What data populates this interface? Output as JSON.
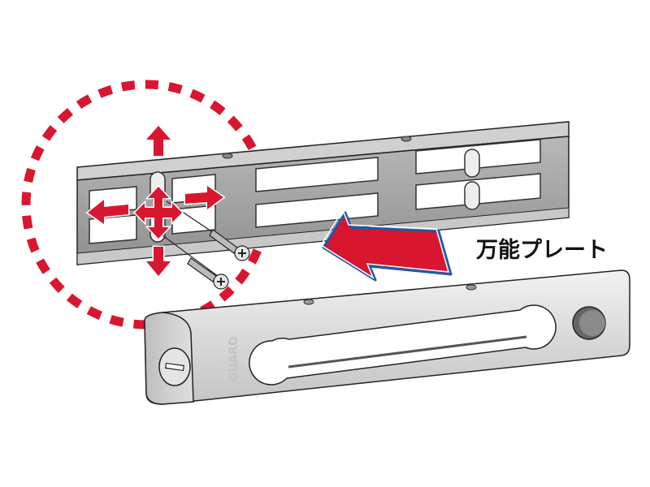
{
  "caption": "万能プレート",
  "logo_text": "GUARD",
  "colors": {
    "accent_red": "#d9162f",
    "outline_blue": "#1a5aa8",
    "metal_light": "#dcdcdc",
    "metal_dark": "#9a9a9a"
  },
  "icons": [
    "dotted-highlight-circle",
    "adjust-arrow-up",
    "adjust-arrow-down",
    "adjust-arrow-left",
    "adjust-arrow-right",
    "insert-arrow",
    "screw",
    "lock-cylinder"
  ]
}
